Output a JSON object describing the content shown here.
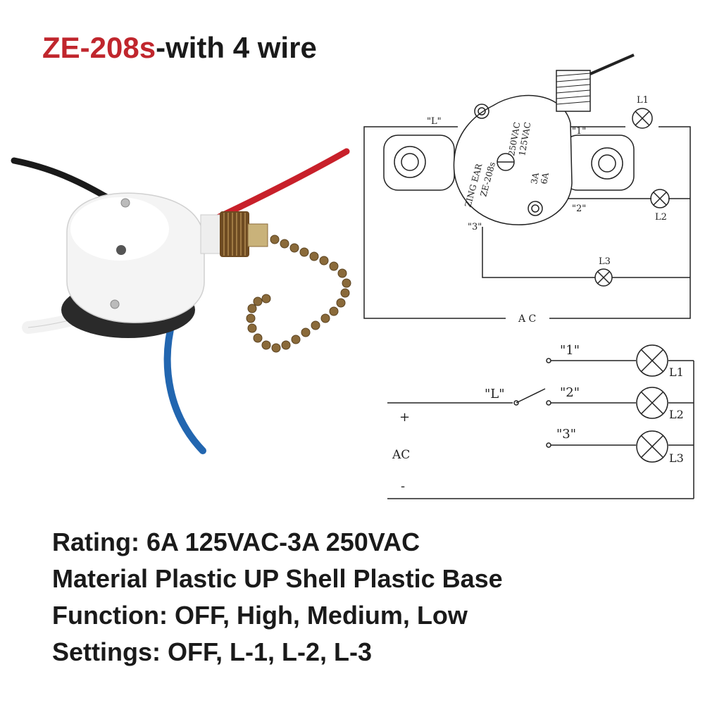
{
  "title": {
    "model": "ZE-208s",
    "rest": "-with 4 wire"
  },
  "specs": [
    "Rating: 6A 125VAC-3A 250VAC",
    "Material Plastic UP Shell Plastic Base",
    "Function: OFF, High, Medium, Low",
    "Settings: OFF, L-1, L-2, L-3"
  ],
  "diagram_top": {
    "terminal_L": "\"L\"",
    "terminal_1": "\"1\"",
    "terminal_2": "\"2\"",
    "terminal_3": "\"3\"",
    "lamp_1": "L1",
    "lamp_2": "L2",
    "lamp_3": "L3",
    "source": "A C",
    "body_brand": "ZING EAR",
    "body_model": "ZE-208s",
    "body_rating_1": "250VAC",
    "body_rating_2": "125VAC",
    "body_rating_3": "3A",
    "body_rating_4": "6A"
  },
  "diagram_bottom": {
    "terminal_L": "\"L\"",
    "terminal_1": "\"1\"",
    "terminal_2": "\"2\"",
    "terminal_3": "\"3\"",
    "lamp_1": "L1",
    "lamp_2": "L2",
    "lamp_3": "L3",
    "plus": "+",
    "source": "AC",
    "minus": "-"
  },
  "colors": {
    "model_red": "#c0262d",
    "wire_black": "#1a1a1a",
    "wire_red": "#c8202a",
    "wire_blue": "#2266b0",
    "wire_white": "#f2f2f2",
    "chain_brass": "#8a6a3a"
  }
}
